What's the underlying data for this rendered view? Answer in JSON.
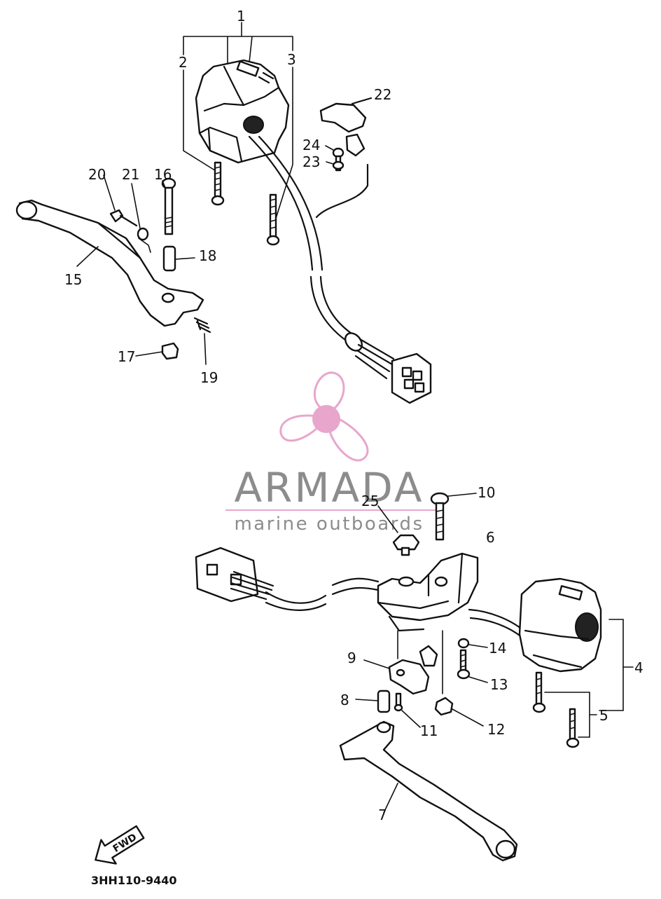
{
  "diagram": {
    "drawing_code": "3HH110-9440",
    "direction_label": "FWD",
    "callouts": [
      {
        "id": "1",
        "label": "1"
      },
      {
        "id": "2",
        "label": "2"
      },
      {
        "id": "3",
        "label": "3"
      },
      {
        "id": "4",
        "label": "4"
      },
      {
        "id": "5",
        "label": "5"
      },
      {
        "id": "6",
        "label": "6"
      },
      {
        "id": "7",
        "label": "7"
      },
      {
        "id": "8",
        "label": "8"
      },
      {
        "id": "9",
        "label": "9"
      },
      {
        "id": "10",
        "label": "10"
      },
      {
        "id": "11",
        "label": "11"
      },
      {
        "id": "12",
        "label": "12"
      },
      {
        "id": "13",
        "label": "13"
      },
      {
        "id": "14",
        "label": "14"
      },
      {
        "id": "15",
        "label": "15"
      },
      {
        "id": "16",
        "label": "16"
      },
      {
        "id": "17",
        "label": "17"
      },
      {
        "id": "18",
        "label": "18"
      },
      {
        "id": "19",
        "label": "19"
      },
      {
        "id": "20",
        "label": "20"
      },
      {
        "id": "21",
        "label": "21"
      },
      {
        "id": "22",
        "label": "22"
      },
      {
        "id": "23",
        "label": "23"
      },
      {
        "id": "24",
        "label": "24"
      },
      {
        "id": "25",
        "label": "25"
      }
    ]
  },
  "watermark": {
    "brand": "ARMADA",
    "tagline": "marine outboards",
    "accent_color": "#e8a6cc",
    "text_color": "#8c8c8c"
  }
}
